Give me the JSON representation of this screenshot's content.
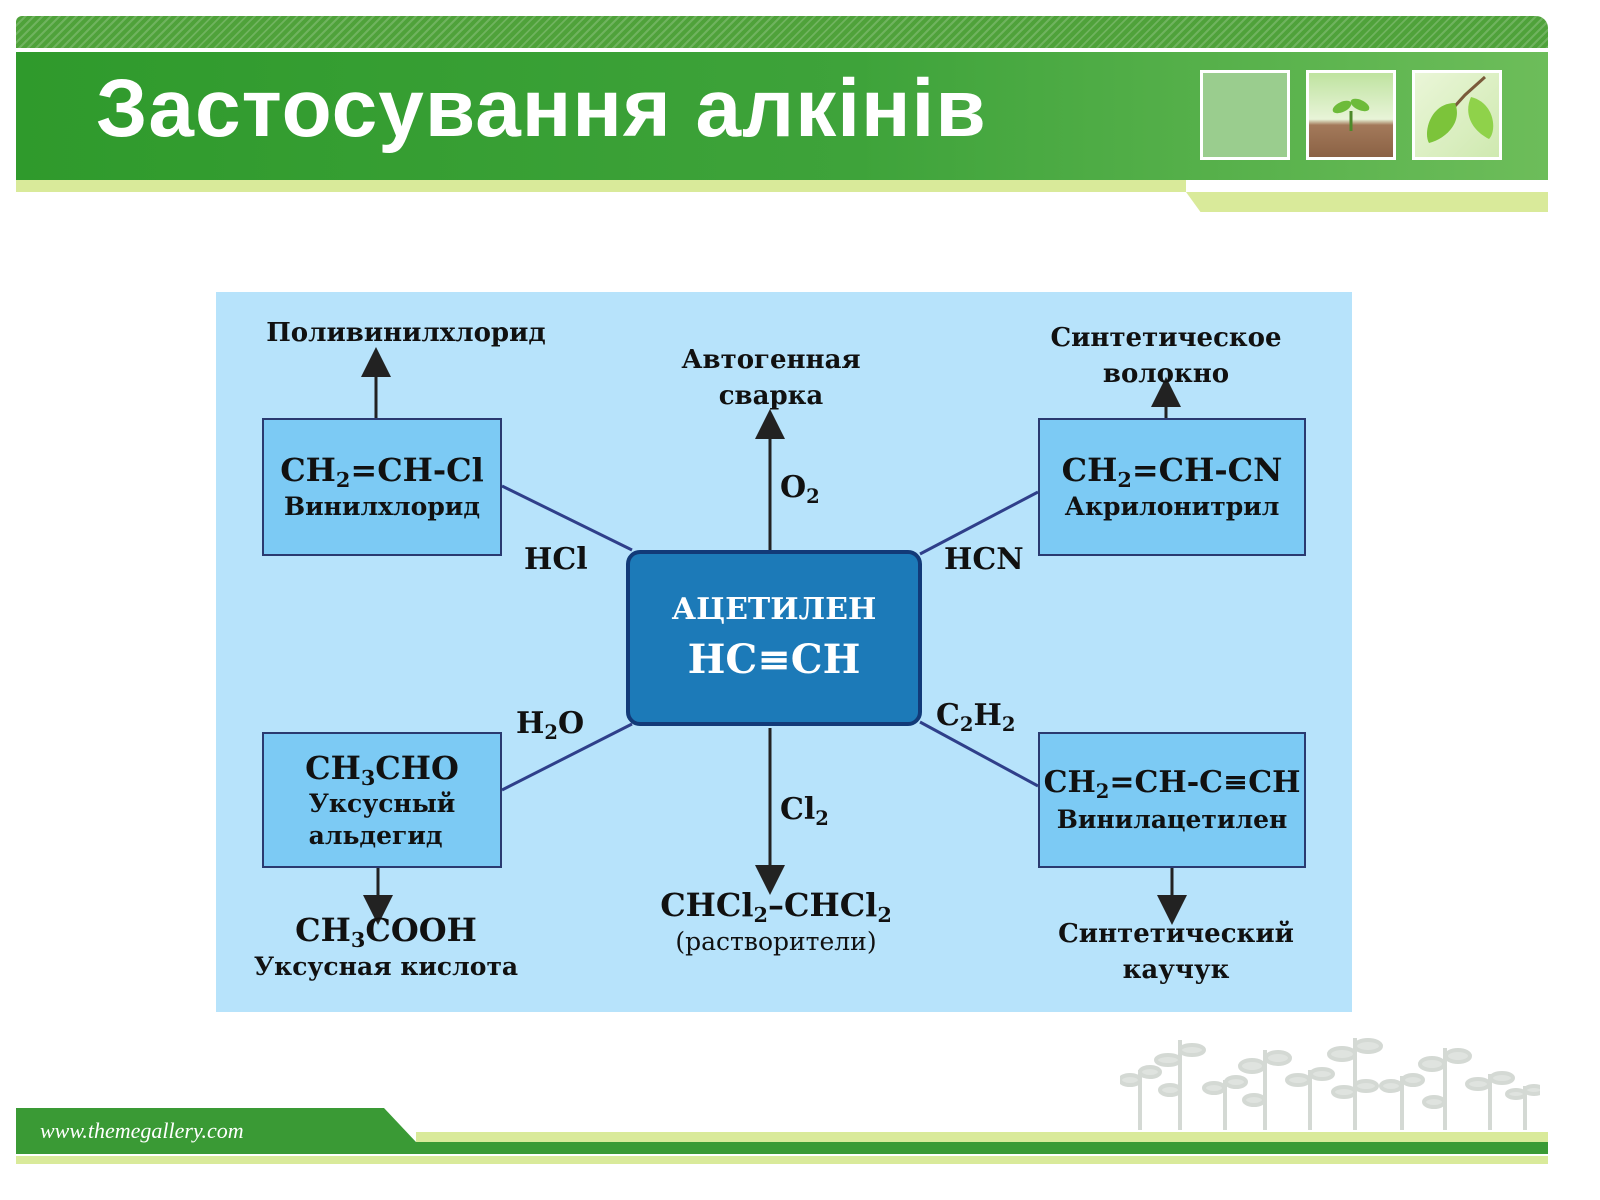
{
  "header": {
    "title": "Застосування алкінів"
  },
  "footer": {
    "url": "www.themegallery.com"
  },
  "diagram": {
    "center": {
      "name": "АЦЕТИЛЕН",
      "formula": "HC≡CH"
    },
    "top_left": {
      "formula": [
        "CH",
        "2",
        "=CH-Cl"
      ],
      "name": "Винилхлорид",
      "reagent": "HCl",
      "product": "Поливинилхлорид"
    },
    "top": {
      "reagent": [
        "O",
        "2"
      ],
      "product": [
        "Автогенная",
        "сварка"
      ]
    },
    "top_right": {
      "formula": [
        "CH",
        "2",
        "=CH-CN"
      ],
      "name": "Акрилонитрил",
      "reagent": "HCN",
      "product": [
        "Синтетическое",
        "волокно"
      ]
    },
    "bottom_left": {
      "formula": [
        "CH",
        "3",
        "CHO"
      ],
      "name": [
        "Уксусный",
        "альдегид"
      ],
      "reagent": [
        "H",
        "2",
        "O"
      ],
      "product_formula": [
        "CH",
        "3",
        "COOH"
      ],
      "product_name": "Уксусная кислота"
    },
    "bottom": {
      "reagent": [
        "Cl",
        "2"
      ],
      "product_formula": [
        "CHCl",
        "2",
        "–CHCl",
        "2"
      ],
      "product_name": "(растворители)"
    },
    "bottom_right": {
      "formula": [
        "CH",
        "2",
        "=CH-C≡CH"
      ],
      "name": "Винилацетилен",
      "reagent": [
        "C",
        "2",
        "H",
        "2"
      ],
      "product": [
        "Синтетический",
        "каучук"
      ]
    }
  }
}
